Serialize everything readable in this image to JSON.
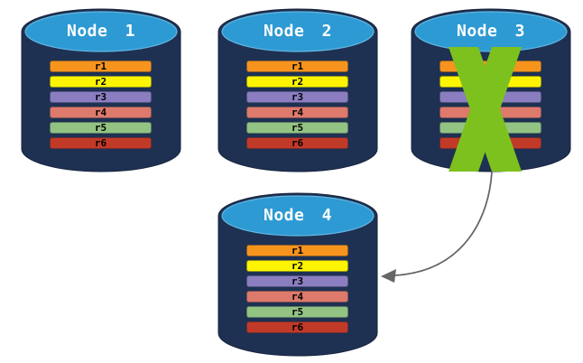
{
  "diagram": {
    "colors": {
      "background": "#FFFFFF",
      "cylinder_body": "#1E3152",
      "cylinder_top": "#2E9AD3",
      "cylinder_top_highlight": "#62B7E3",
      "title_text": "#FFFFFF",
      "row_text": "#000000",
      "failure_x": "#7DC11E",
      "arrow": "#666666"
    },
    "rows": [
      {
        "label": "r1",
        "color": "#F7941E"
      },
      {
        "label": "r2",
        "color": "#FDF402"
      },
      {
        "label": "r3",
        "color": "#8A7EC0"
      },
      {
        "label": "r4",
        "color": "#DD7A6B"
      },
      {
        "label": "r5",
        "color": "#93C383"
      },
      {
        "label": "r6",
        "color": "#C13A28"
      }
    ],
    "nodes": [
      {
        "title": "Node 1",
        "failed": false
      },
      {
        "title": "Node 2",
        "failed": false
      },
      {
        "title": "Node 3",
        "failed": true
      },
      {
        "title": "Node 4",
        "failed": false
      }
    ],
    "arrow": {
      "from": "Node 3",
      "to": "Node 4"
    }
  }
}
